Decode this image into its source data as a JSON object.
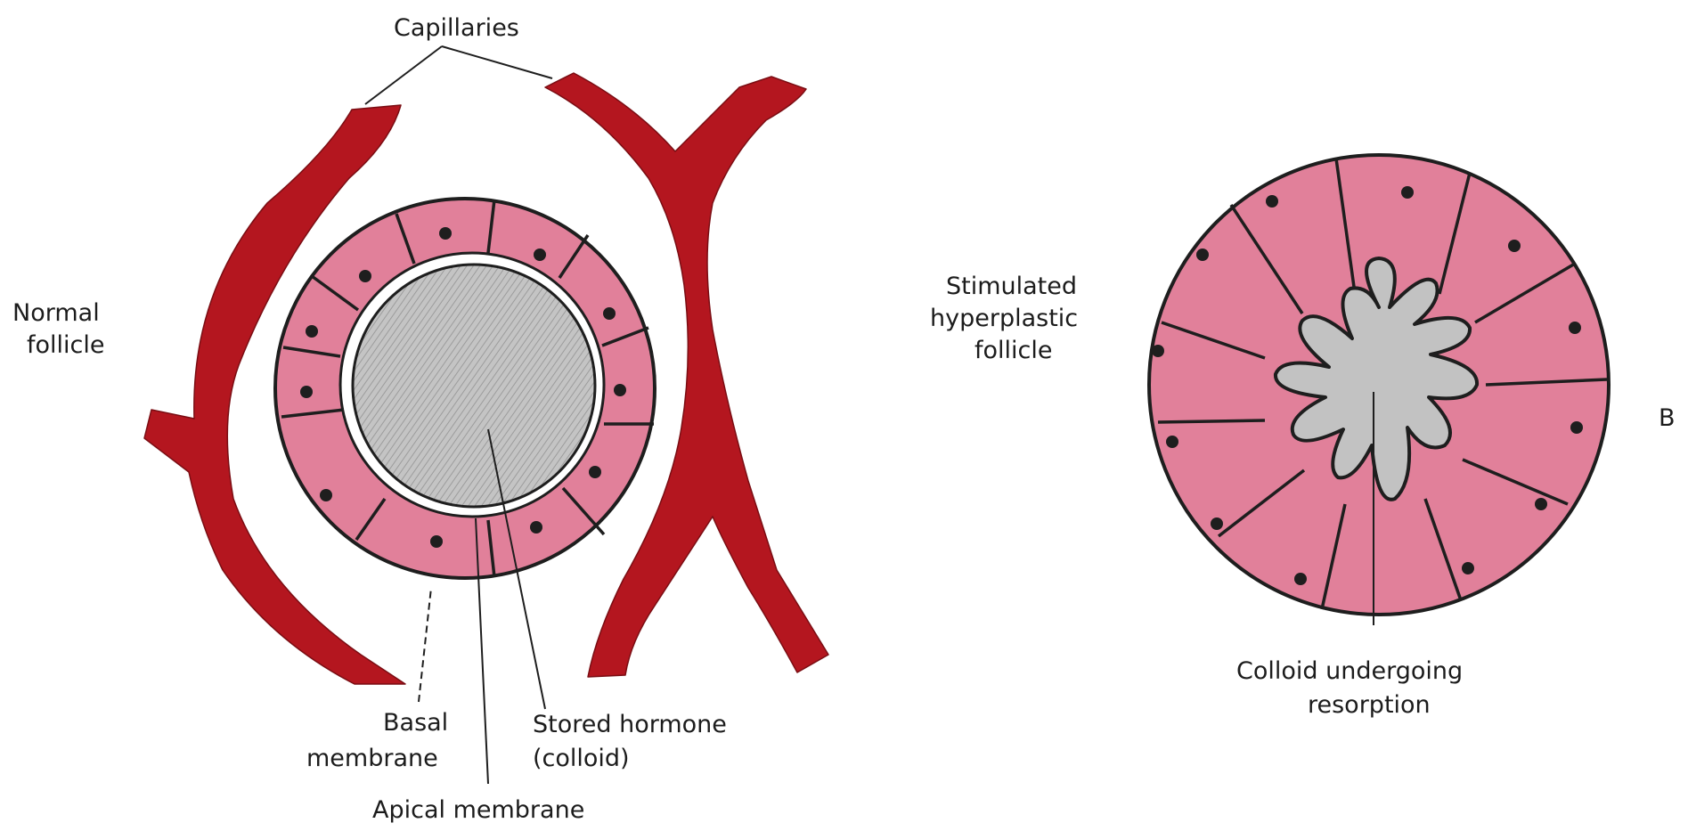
{
  "diagram": {
    "panel_a": {
      "capillaries_label": "Capillaries",
      "follicle_label": [
        "Normal",
        "follicle"
      ],
      "basal_label": [
        "Basal",
        "membrane"
      ],
      "stored_label": [
        "Stored hormone",
        "(colloid)"
      ],
      "apical_label": "Apical membrane"
    },
    "panel_b": {
      "follicle_label": [
        "Stimulated",
        "hyperplastic",
        "follicle"
      ],
      "colloid_label": [
        "Colloid undergoing",
        "resorption"
      ],
      "panel_letter": "B"
    },
    "colors": {
      "cell_fill": "#e1809a",
      "capillary": "#b4161f",
      "colloid": "#bdbdbd",
      "outline": "#1e1e1e"
    }
  }
}
